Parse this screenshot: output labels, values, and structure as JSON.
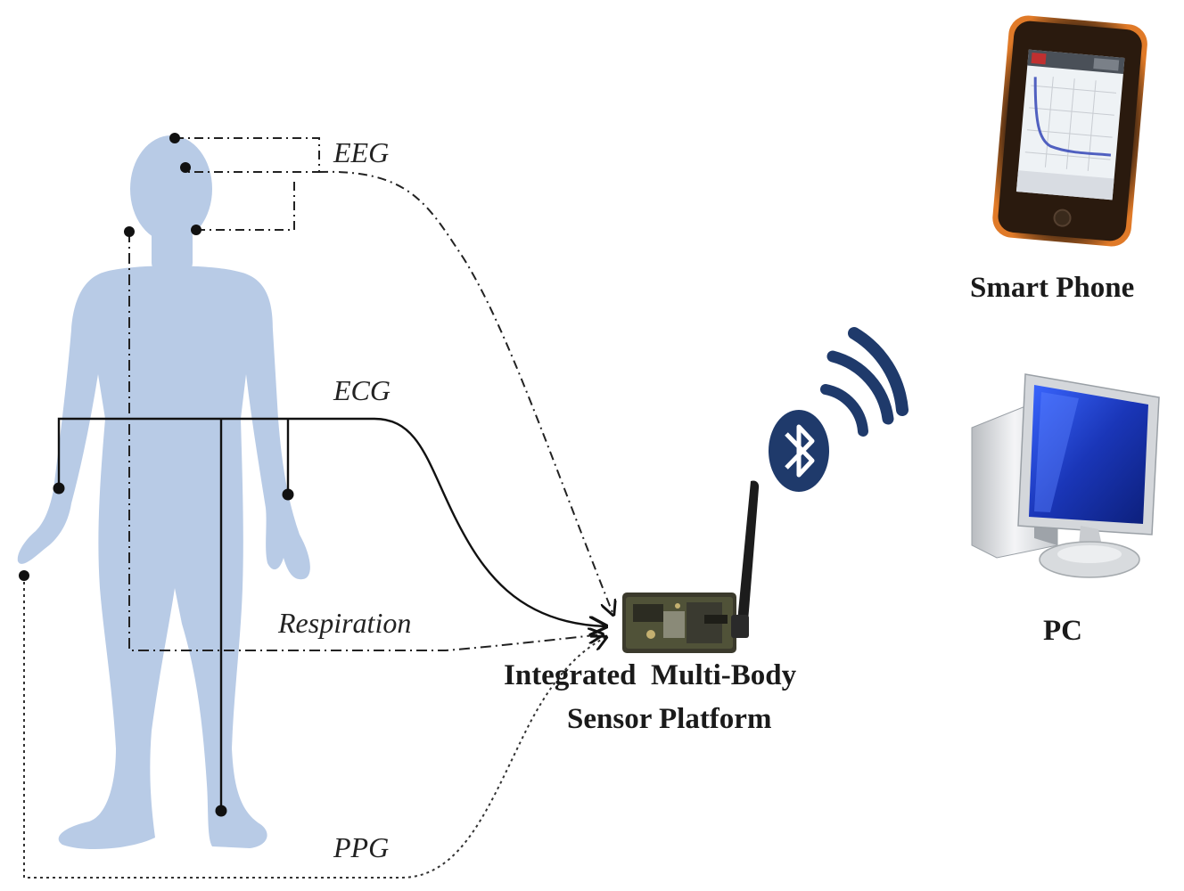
{
  "signals": {
    "eeg": "EEG",
    "ecg": "ECG",
    "respiration": "Respiration",
    "ppg": "PPG"
  },
  "platform": {
    "line1": "Integrated  Multi-Body",
    "line2": "Sensor Platform"
  },
  "devices": {
    "phone": "Smart Phone",
    "pc": "PC"
  },
  "icons": {
    "bluetooth": "bluetooth-icon",
    "wireless": "wireless-waves-icon",
    "phone": "smartphone-icon",
    "pc": "desktop-pc-icon"
  },
  "colors": {
    "body": "#b8cbe6",
    "bluetooth": "#1f3a6b",
    "line": "#111111",
    "phone_frame": "#2a1a0e",
    "phone_glow": "#e07a28",
    "monitor_screen": "#1530a8"
  }
}
